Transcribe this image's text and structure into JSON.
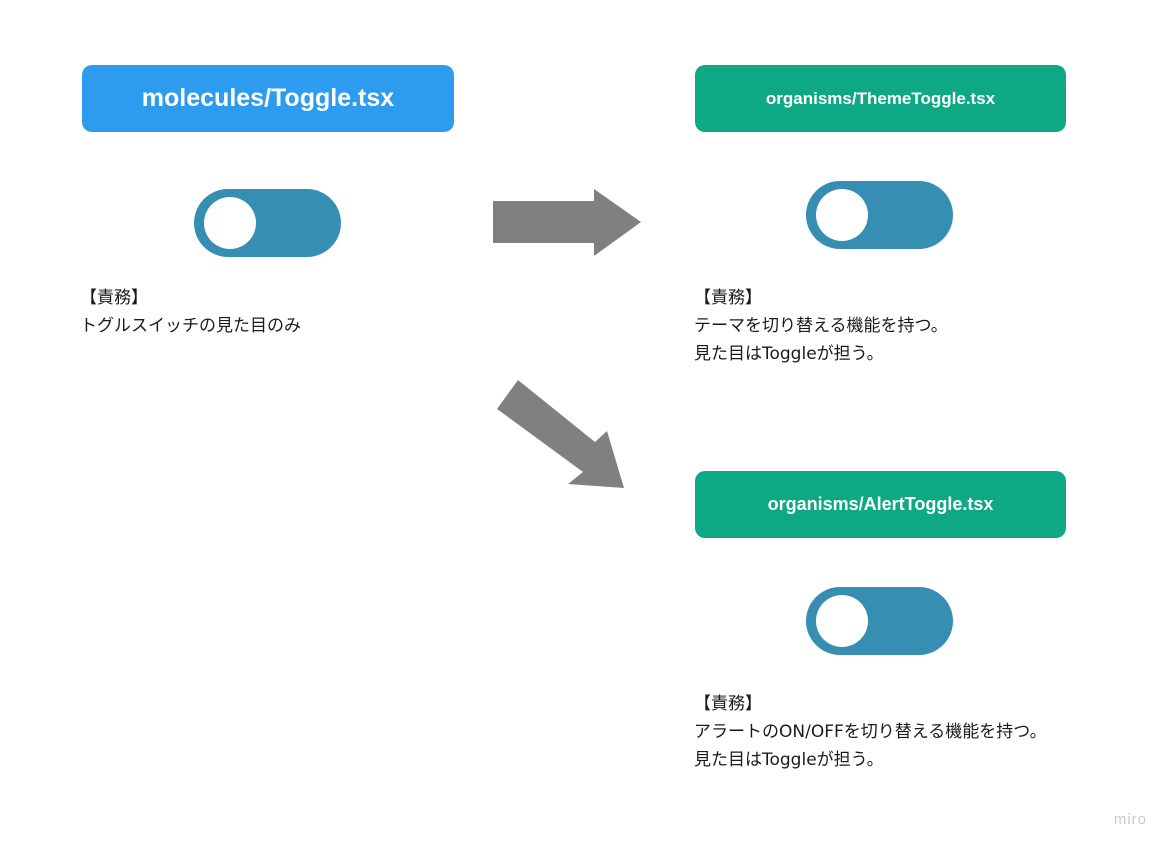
{
  "molecule": {
    "title": "molecules/Toggle.tsx",
    "heading": "【責務】",
    "lines": [
      "トグルスイッチの見た目のみ"
    ]
  },
  "theme_toggle": {
    "title": "organisms/ThemeToggle.tsx",
    "heading": "【責務】",
    "lines": [
      "テーマを切り替える機能を持つ。",
      "見た目はToggleが担う。"
    ]
  },
  "alert_toggle": {
    "title": "organisms/AlertToggle.tsx",
    "heading": "【責務】",
    "lines": [
      "アラートのON/OFFを切り替える機能を持つ。",
      "見た目はToggleが担う。"
    ]
  },
  "colors": {
    "molecule_box": "#2d9cf0",
    "organism_box": "#0fa884",
    "toggle_track": "#378eb3",
    "toggle_knob": "#ffffff",
    "arrow": "#808080"
  },
  "watermark": "miro"
}
